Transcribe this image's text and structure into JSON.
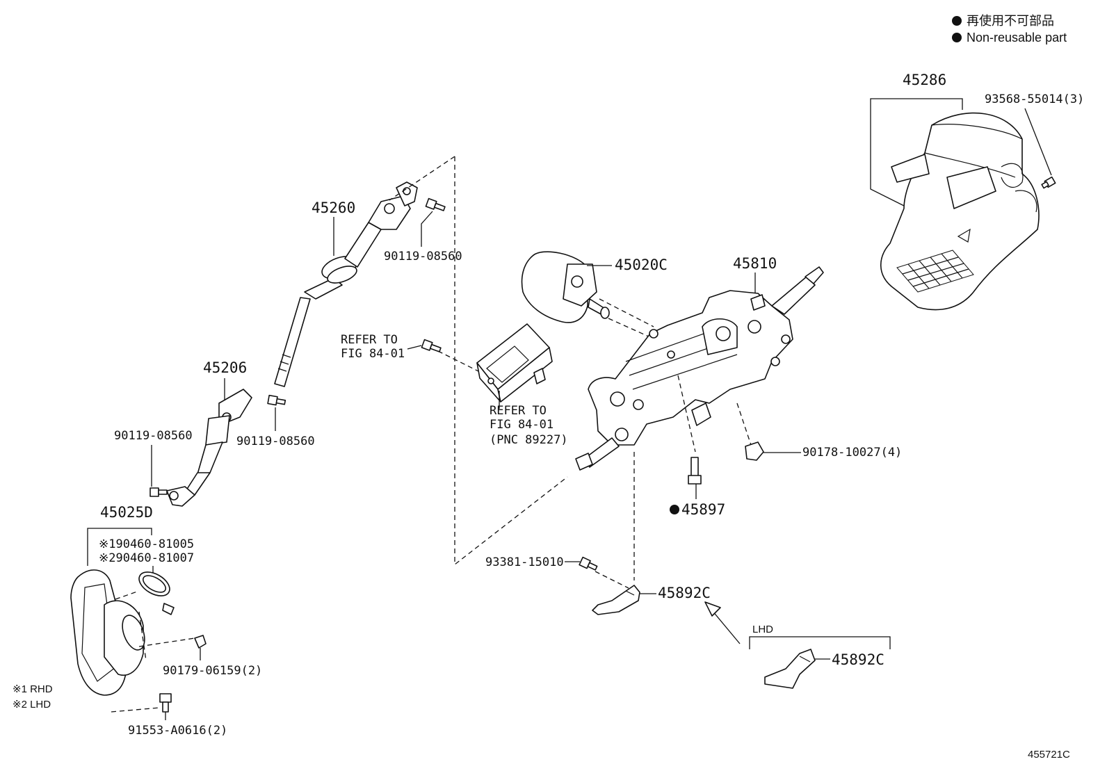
{
  "legend": {
    "jp_text": "再使用不可部品",
    "en_text": "Non-reusable part"
  },
  "callouts": {
    "p45286": "45286",
    "p93568": "93568-55014(3)",
    "p45260": "45260",
    "p90119_top": "90119-08560",
    "p45020C": "45020C",
    "p45810": "45810",
    "refer1_line1": "REFER TO",
    "refer1_line2": "FIG 84-01",
    "refer2_line1": "REFER TO",
    "refer2_line2": "FIG 84-01",
    "refer2_line3": "(PNC 89227)",
    "p45206": "45206",
    "p90119_left": "90119-08560",
    "p90119_mid": "90119-08560",
    "p90178": "90178-10027(4)",
    "p45897": "45897",
    "p45025D": "45025D",
    "note1": "※190460-81005",
    "note2": "※290460-81007",
    "p93381": "93381-15010",
    "p45892C_a": "45892C",
    "lhd": "LHD",
    "p45892C_b": "45892C",
    "p90179": "90179-06159(2)",
    "rhd_note": "※1 RHD",
    "lhd_note": "※2 LHD",
    "p91553": "91553-A0616(2)",
    "illustration_id": "455721C"
  }
}
